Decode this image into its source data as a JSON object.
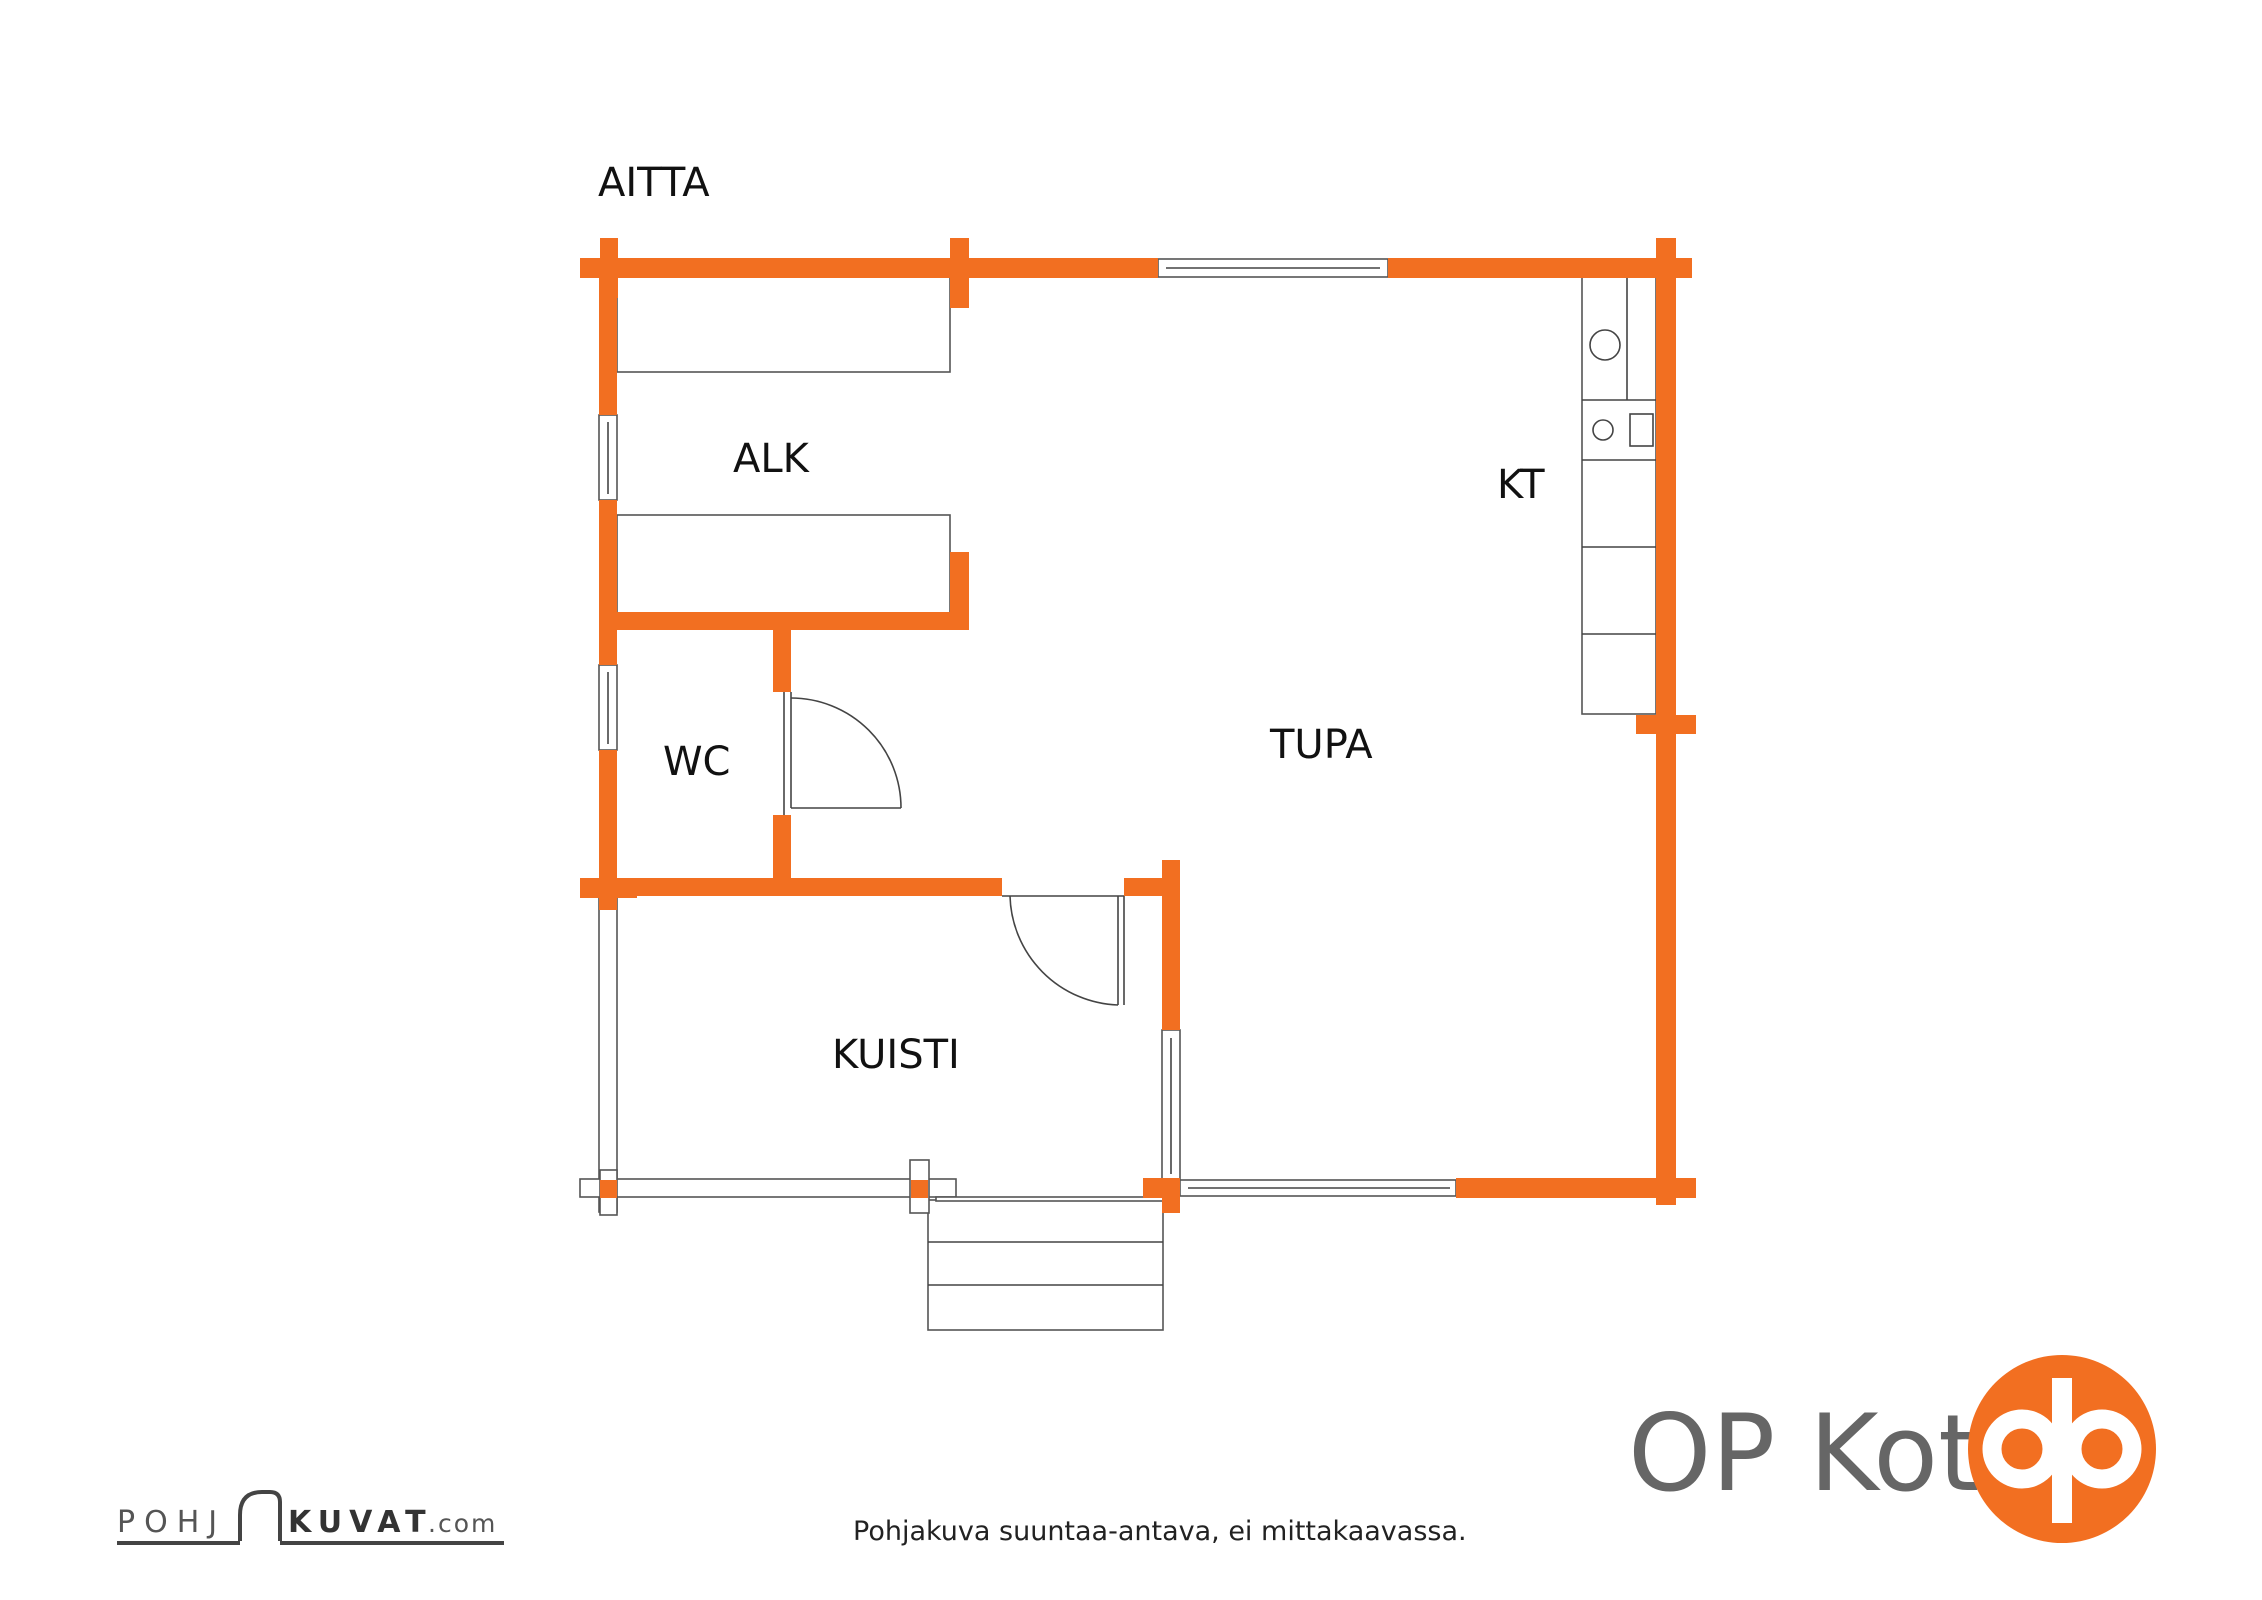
{
  "rooms": {
    "aitta": "AITTA",
    "alk": "ALK",
    "kt": "KT",
    "wc": "WC",
    "tupa": "TUPA",
    "kuisti": "KUISTI"
  },
  "brand": {
    "name": "OP Koti",
    "text_color": "#666666",
    "accent_color": "#f26f21"
  },
  "disclaimer": "Pohjakuva suuntaa-antava, ei mittakaavassa.",
  "watermark": {
    "part1": "POHJ",
    "part2": "KUVAT",
    "suffix": ".com"
  },
  "icons": {
    "brand_logo": "op-logo-icon",
    "watermark_logo": "pohjakuvat-logo-icon"
  }
}
